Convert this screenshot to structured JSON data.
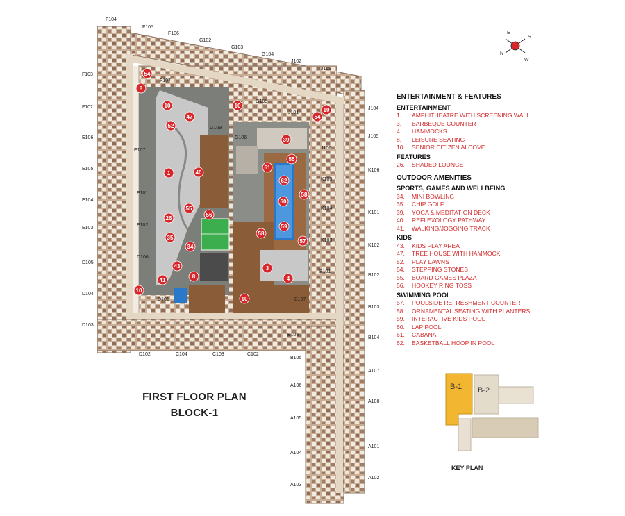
{
  "plan": {
    "title": "FIRST FLOOR PLAN",
    "subtitle": "BLOCK-1",
    "unit_labels": [
      "F104",
      "F105",
      "F106",
      "G102",
      "G103",
      "G104",
      "J102",
      "J103",
      "F103",
      "F102",
      "E106",
      "E105",
      "E104",
      "E103",
      "D105",
      "D104",
      "D103",
      "D102",
      "C104",
      "C103",
      "C102",
      "B105",
      "A106",
      "A105",
      "A104",
      "A103",
      "J104",
      "J105",
      "K106",
      "K101",
      "K102",
      "B102",
      "B103",
      "B104",
      "A107",
      "A108",
      "A101",
      "A102",
      "F107",
      "G105",
      "J101",
      "E107",
      "E101",
      "E102",
      "D106",
      "D101",
      "G109",
      "G106",
      "J106",
      "K105",
      "K104",
      "K103",
      "B101",
      "B107",
      "B106"
    ],
    "markers": [
      "54",
      "8",
      "10",
      "52",
      "47",
      "1",
      "40",
      "26",
      "55",
      "56",
      "35",
      "34",
      "43",
      "41",
      "8",
      "10",
      "10",
      "54",
      "10",
      "39",
      "61",
      "55",
      "62",
      "58",
      "60",
      "59",
      "58",
      "57",
      "3",
      "4",
      "10"
    ],
    "compass": {
      "n": "N",
      "e": "E",
      "s": "S",
      "w": "W"
    },
    "colors": {
      "marker": "#d8272b",
      "corridor": "#e4d8c4",
      "unit": "#b99a84",
      "court": "#c9c9c9",
      "pool": "#2a78c9",
      "lawn": "#3dae4d",
      "deck": "#8a5c38"
    }
  },
  "legend": {
    "title": "ENTERTAINMENT & FEATURES",
    "sections": [
      {
        "heading": "ENTERTAINMENT",
        "items": [
          {
            "num": "1.",
            "text": "AMPHITHEATRE WITH SCREENING  WALL"
          },
          {
            "num": "3.",
            "text": "BARBEQUE COUNTER"
          },
          {
            "num": "4.",
            "text": "HAMMOCKS"
          },
          {
            "num": "8.",
            "text": "LEISURE SEATING"
          },
          {
            "num": "10.",
            "text": "SENIOR CITIZEN ALCOVE"
          }
        ]
      },
      {
        "heading": "FEATURES",
        "items": [
          {
            "num": "26.",
            "text": "SHADED LOUNGE"
          }
        ]
      }
    ],
    "outdoor_title": "OUTDOOR AMENITIES",
    "outdoor_sections": [
      {
        "heading": "SPORTS, GAMES AND WELLBEING",
        "items": [
          {
            "num": "34.",
            "text": "MINI BOWLING"
          },
          {
            "num": "35.",
            "text": "CHIP GOLF"
          },
          {
            "num": "39.",
            "text": "YOGA & MEDITATION DECK"
          },
          {
            "num": "40.",
            "text": "REFLEXOLOGY PATHWAY"
          },
          {
            "num": "41.",
            "text": "WALKING/JOGGING TRACK"
          }
        ]
      },
      {
        "heading": "KIDS",
        "items": [
          {
            "num": "43.",
            "text": "KIDS PLAY AREA"
          },
          {
            "num": "47.",
            "text": "TREE HOUSE WITH HAMMOCK"
          },
          {
            "num": "52.",
            "text": "PLAY LAWNS"
          },
          {
            "num": "54.",
            "text": "STEPPING STONES"
          },
          {
            "num": "55.",
            "text": "BOARD GAMES PLAZA"
          },
          {
            "num": "56.",
            "text": "HOOKEY RING TOSS"
          }
        ]
      },
      {
        "heading": "SWIMMING POOL",
        "items": [
          {
            "num": "57.",
            "text": "POOLSIDE REFRESHMENT COUNTER"
          },
          {
            "num": "58.",
            "text": "ORNAMENTAL SEATING WITH PLANTERS"
          },
          {
            "num": "59.",
            "text": "INTERACTIVE KIDS POOL"
          },
          {
            "num": "60.",
            "text": "LAP POOL"
          },
          {
            "num": "61.",
            "text": "CABANA"
          },
          {
            "num": "62.",
            "text": "BASKETBALL HOOP IN POOL"
          }
        ]
      }
    ]
  },
  "key_plan": {
    "caption": "KEY PLAN",
    "b1": "B-1",
    "b2": "B-2",
    "colors": {
      "b1": "#f2b631",
      "b2": "#e4dccb",
      "other": "#d9ccb6"
    }
  }
}
